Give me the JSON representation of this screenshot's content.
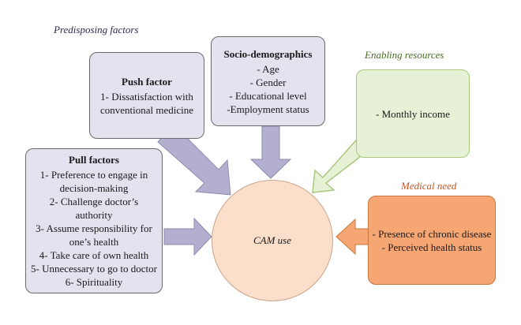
{
  "labels": {
    "predisposing": "Predisposing factors",
    "enabling": "Enabling resources",
    "medical": "Medical need"
  },
  "push": {
    "title": "Push factor",
    "items": [
      "1- Dissatisfaction with",
      "conventional medicine"
    ]
  },
  "socio": {
    "title": "Socio-demographics",
    "items": [
      "- Age",
      "- Gender",
      "- Educational level",
      "-Employment status"
    ]
  },
  "enabling_box": {
    "items": [
      "- Monthly income"
    ]
  },
  "pull": {
    "title": "Pull factors",
    "items": [
      "1- Preference to engage in",
      "decision-making",
      "2- Challenge doctor’s",
      "authority",
      "3- Assume responsibility for",
      "one’s health",
      "4- Take care of own health",
      "5- Unnecessary to go to doctor",
      "6- Spirituality"
    ]
  },
  "medical_box": {
    "items": [
      "- Presence of chronic disease",
      "- Perceived health status"
    ]
  },
  "center": {
    "label": "CAM use"
  },
  "colors": {
    "lavender_fill": "#e4e2ef",
    "lavender_arrow": "#b3b0cf",
    "green_fill": "#e6f1d6",
    "green_border": "#a9c77d",
    "orange_fill": "#f5a673",
    "orange_border": "#c7773f",
    "label_green": "#4c6f24",
    "label_orange": "#c8561e",
    "label_purple": "#2e2a4f"
  }
}
